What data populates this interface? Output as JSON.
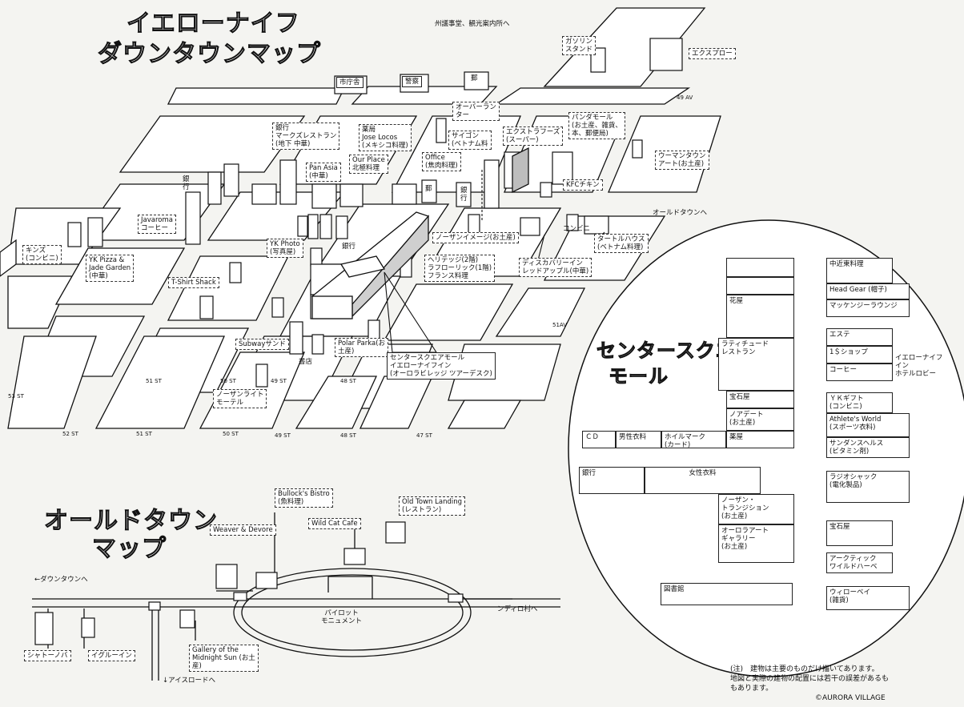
{
  "titles": {
    "downtown_line1": "イエローナイフ",
    "downtown_line2": "ダウンタウンマップ",
    "oldtown_line1": "オールドタウン",
    "oldtown_line2": "マップ",
    "mall_line1": "センタースクエア",
    "mall_line2": "モール"
  },
  "directions": {
    "to_airport": "州議事堂、観光案内所へ",
    "to_oldtown": "オールドタウンへ",
    "to_downtown": "←ダウンタウンへ",
    "to_ndilo": "ンディロ村へ",
    "to_ice_road": "↓アイスロードへ"
  },
  "streets": {
    "av49": "49 AV",
    "av51": "51AV",
    "st53": "53 ST",
    "st52": "52 ST",
    "st51a": "51 ST",
    "st51b": "51 ST",
    "st50a": "50 ST",
    "st50b": "50 ST",
    "st49a": "49 ST",
    "st49b": "49 ST",
    "st48a": "48 ST",
    "st48b": "48 ST",
    "st47": "47 ST"
  },
  "downtown_labels": {
    "city_hall": "市庁舎",
    "police": "警察",
    "post": "郵",
    "gas": "ガソリン\nスタンド",
    "explorer": "エクスプロー",
    "over_lantern": "オーバーラン\nター",
    "marx": "銀行\nマークズレストラン\n(地下 中華)",
    "jose": "薬局\nJose Locos\n(メキシコ料理)",
    "saigon": "サイゴン\n(ベトナム料",
    "extra_foods": "エクストラフーズ\n(スーパー)",
    "panda": "パンダモール\n(お土産、雑貨、\n本、郵便局)",
    "office": "Office\n(焦肉料理)",
    "pan_asia": "Pan Asia\n(中華)",
    "our_place": "Our Place\n北極料理",
    "bank1": "銀\n行",
    "bank2": "銀\n行",
    "post2": "郵",
    "kfc": "KFCチキン",
    "woman_town": "ウーマンタウン\nアート(お土産)",
    "javaroma": "Javaroma\nコーヒー",
    "kins": "キンズ\n(コンビニ)",
    "yk_pizza": "YK Pizza &\nJade Garden\n(中華)",
    "yk_photo": "YK Photo\n(写真屋)",
    "bank3": "銀行",
    "northern_image": "ノーザンイメージ(お土産)",
    "heritage": "ヘリテッジ(2階)\nラフローリック(1階)\nフランス料理",
    "discovery": "ディスカバリーイン\nレッドアップル(中華)",
    "turtle": "タートルハウス\n(ベトナム料理)",
    "combini": "コンビニ",
    "tshirt": "T-Shirt Shack",
    "subway": "Subwayサンド",
    "polar_parka": "Polar Parka(お\n土産)",
    "bookstore": "書店",
    "northern_lite": "ノーザンライト\nモーテル",
    "center_square": "センタースクエアモール\nイエローナイフイン\n(オーロラビレッジ ツアーデスク)"
  },
  "oldtown_labels": {
    "bullock": "Bullock's Bistro\n(魚料理)",
    "old_town_landing": "Old Town Landing\n(レストラン)",
    "weaver": "Weaver & Devore",
    "wildcat": "Wild Cat Cafe",
    "pilot": "パイロット\nモニュメント",
    "gallery": "Gallery of the\nMidnight Sun (お土\n産)",
    "shato": "シャトーノバ",
    "igloo": "イグルーイン"
  },
  "mall_stores": {
    "hanaya": "花屋",
    "latitude": "ラティチュード\nレストラン",
    "jewel1": "宝石屋",
    "northern_art": "ノアデート\n(お土産)",
    "pharmacy": "薬屋",
    "cd": "ＣＤ",
    "mens": "男性衣料",
    "hallmark": "ホイルマーク\n(カード)",
    "bank": "銀行",
    "womens": "女性衣料",
    "northern_transition": "ノーザン・\nトランジション\n(お土産)",
    "aurora_art": "オーロラアート\nギャラリー\n(お土産)",
    "library": "図書館",
    "chinese": "中近東料理",
    "head_gear": "Head Gear (帽子)",
    "mackenzie": "マッケンジーラウンジ",
    "esthe": "エステ",
    "one_dollar": "1＄ショップ",
    "coffee": "コーヒー",
    "yk_inn": "イエローナイフ\nイン\nホテルロビー",
    "yk_gift": "ＹＫギフト\n(コンビニ)",
    "athletes": "Athlete's World\n(スポーツ衣料)",
    "sundance": "サンダンスヘルス\n(ビタミン剤)",
    "radioshack": "ラジオシャック\n(電化製品)",
    "jewel2": "宝石屋",
    "arctic": "アークティック\nワイルドハーベ",
    "willowby": "ウィローベイ\n(雑貨)"
  },
  "footer": {
    "note": "(注)　建物は主要のものだけ描いてあります。\n地図と実際の建物の配置には若干の誤差があるも\nもあります。",
    "copyright": "©AURORA VILLAGE"
  }
}
